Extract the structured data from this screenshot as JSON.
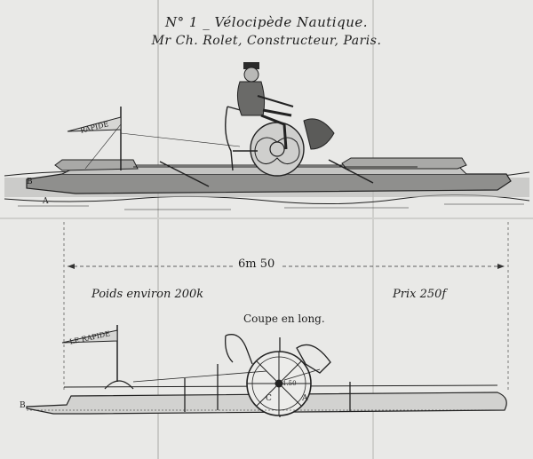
{
  "title": {
    "line1": "N° 1 _ Vélocipède Nautique.",
    "line2": "Mr Ch. Rolet, Constructeur, Paris."
  },
  "top_view": {
    "flag_text": "RAPIDE",
    "letters": {
      "b": "B",
      "a": "A"
    }
  },
  "dimension": {
    "length": "6m 50"
  },
  "specs": {
    "weight": "Poids environ 200k",
    "price": "Prix 250f"
  },
  "section_view": {
    "caption": "Coupe en long.",
    "flag_text": "LE RAPIDE",
    "letters": {
      "b": "B",
      "c": "C",
      "a": "A",
      "ratio": "1.50"
    }
  }
}
